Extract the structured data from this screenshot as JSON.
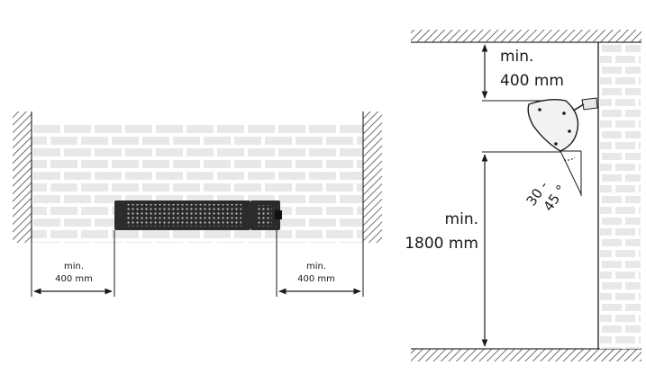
{
  "front_view": {
    "left_clearance": {
      "line1": "min.",
      "line2": "400 mm"
    },
    "right_clearance": {
      "line1": "min.",
      "line2": "400 mm"
    }
  },
  "side_view": {
    "ceiling_clearance": {
      "line1": "min.",
      "line2": "400 mm"
    },
    "floor_clearance": {
      "line1": "min.",
      "line2": "1800 mm"
    },
    "tilt_angle": {
      "line1": "30 -",
      "line2": "45 °"
    }
  },
  "colors": {
    "brick": "#e8e8e8",
    "mortar": "#ffffff",
    "line": "#1a1a1a",
    "heater_body": "#2b2b2b"
  }
}
